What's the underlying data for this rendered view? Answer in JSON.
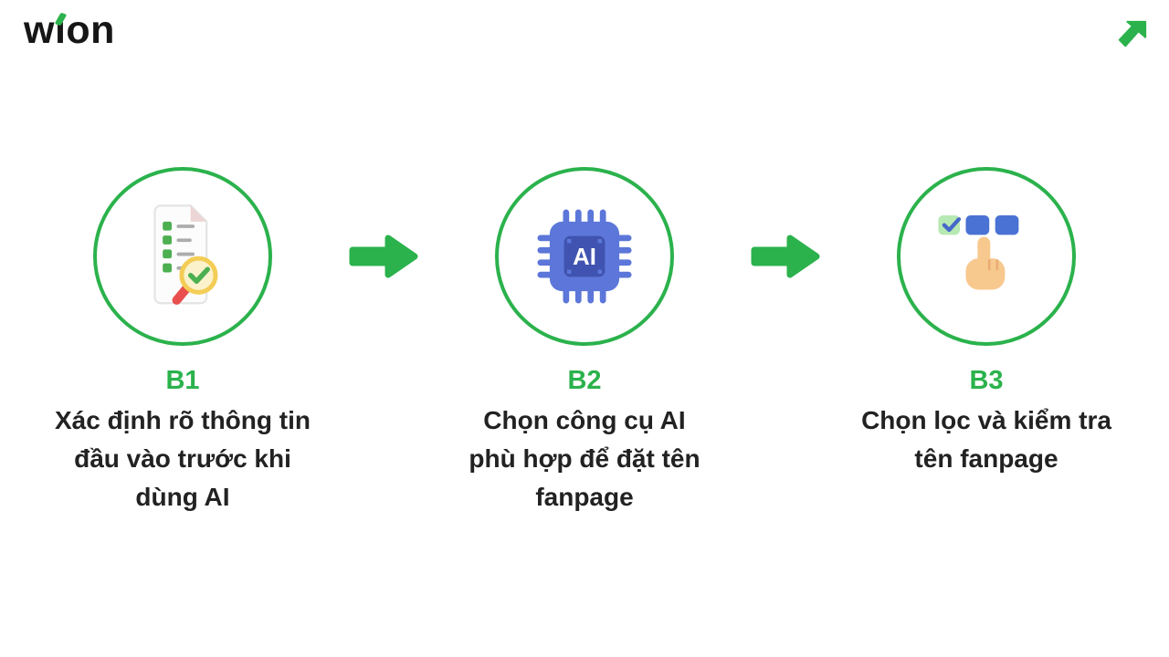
{
  "header": {
    "logo": {
      "text": "wion",
      "part_w": "w",
      "part_i": "ı",
      "part_rest": "on"
    },
    "corner_icon": "arrow-up-right-icon"
  },
  "colors": {
    "brand_green": "#2BB24C",
    "title_text": "#222222",
    "chip_blue": "#5C77D9",
    "chip_blue_dark": "#4053B0",
    "checkbox_blue": "#4A72D4",
    "checkbox_green_light": "#B7E9B3",
    "hand_skin": "#F8C98F",
    "magnifier_handle_red": "#E94F4F",
    "magnifier_glass_yellow": "#FBF2CC",
    "checklist_green": "#4CAF50"
  },
  "steps": [
    {
      "code": "B1",
      "title": "Xác định rõ thông tin\nđầu vào trước khi\ndùng AI",
      "icon": "document-checklist-magnifier-icon"
    },
    {
      "code": "B2",
      "title": "Chọn công cụ AI\nphù hợp để đặt tên\nfanpage",
      "icon": "ai-chip-icon",
      "chip_label": "AI"
    },
    {
      "code": "B3",
      "title": "Chọn lọc và kiểm tra\ntên fanpage",
      "icon": "hand-click-checkbox-icon"
    }
  ],
  "connector_icon": "arrow-right-icon"
}
